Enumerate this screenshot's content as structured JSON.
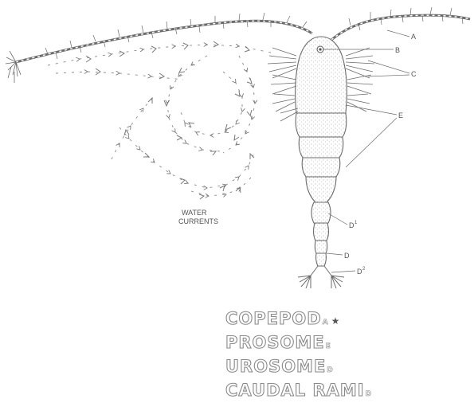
{
  "labels": {
    "a": "A",
    "b": "B",
    "c": "C",
    "e": "E",
    "d_upper": "D",
    "d_upper_mark": "1",
    "d_lower": "D",
    "d_lower2": "D",
    "d_lower2_mark": "2",
    "water": "WATER",
    "currents": "CURRENTS"
  },
  "title_lines": [
    {
      "text": "COPEPOD",
      "mark": "A",
      "star": "★"
    },
    {
      "text": "PROSOME",
      "mark": "E",
      "star": ""
    },
    {
      "text": "UROSOME",
      "mark": "D",
      "star": ""
    },
    {
      "text": "CAUDAL RAMI",
      "mark": "D",
      "star": ""
    }
  ],
  "colors": {
    "ink": "#6b6b6b",
    "stipple": "#9a9a9a",
    "title_outline": "#8a8a8a"
  }
}
